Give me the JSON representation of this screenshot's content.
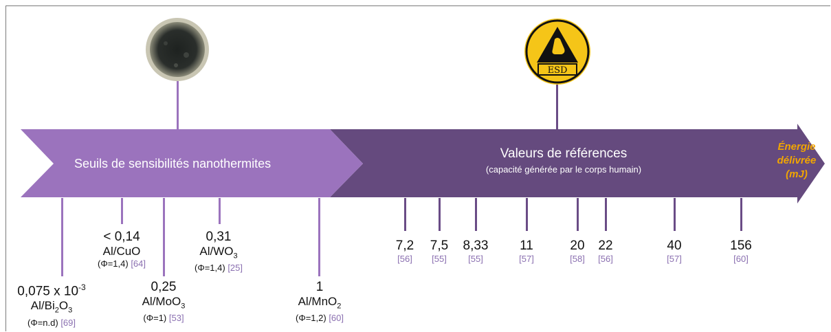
{
  "left_banner": {
    "text": "Seuils de sensibilités nanothermites"
  },
  "right_banner": {
    "title": "Valeurs de références",
    "subtitle": "(capacité générée par le corps humain)"
  },
  "axis_label": {
    "line1": "Énergie",
    "line2": "délivrée",
    "line3": "(mJ)"
  },
  "esd_icon": {
    "label": "ESD",
    "color": "#f5c518"
  },
  "colors": {
    "light_purple": "#9b73bd",
    "dark_purple": "#654a7e",
    "accent": "#f2a600",
    "ref": "#8a6fb0"
  },
  "thresholds": [
    {
      "value": "0,075 x 10",
      "sup": "-3",
      "material": "Al/Bi",
      "sub1": "2",
      "mid": "O",
      "sub2": "3",
      "phi": "(Φ=n.d)",
      "ref": "[69]"
    },
    {
      "value": "< 0,14",
      "material": "Al/CuO",
      "phi": "(Φ=1,4)",
      "ref": "[64]"
    },
    {
      "value": "0,25",
      "material": "Al/MoO",
      "sub2": "3",
      "phi": "(Φ=1)",
      "ref": "[53]"
    },
    {
      "value": "0,31",
      "material": "Al/WO",
      "sub2": "3",
      "phi": "(Φ=1,4)",
      "ref": "[25]"
    },
    {
      "value": "1",
      "material": "Al/MnO",
      "sub2": "2",
      "phi": "(Φ=1,2)",
      "ref": "[60]"
    }
  ],
  "references": [
    {
      "value": "7,2",
      "ref": "[56]"
    },
    {
      "value": "7,5",
      "ref": "[55]"
    },
    {
      "value": "8,33",
      "ref": "[55]"
    },
    {
      "value": "11",
      "ref": "[57]"
    },
    {
      "value": "20",
      "ref": "[58]"
    },
    {
      "value": "22",
      "ref": "[56]"
    },
    {
      "value": "40",
      "ref": "[57]"
    },
    {
      "value": "156",
      "ref": "[60]"
    }
  ]
}
